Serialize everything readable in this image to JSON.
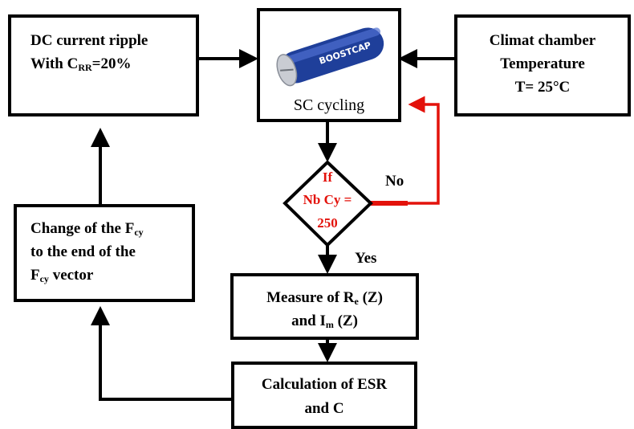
{
  "dc_ripple": {
    "line1": "DC current ripple",
    "line2_prefix": "With  C",
    "line2_sub": "RR",
    "line2_suffix": "=20%"
  },
  "sc_cycling": {
    "image_label": "BOOSTCAP",
    "label": "SC cycling"
  },
  "climat": {
    "line1": "Climat chamber",
    "line2": "Temperature",
    "line3": "T= 25°C"
  },
  "decision": {
    "line1": "If",
    "line2": "Nb Cy =",
    "line3": "250"
  },
  "no_label": "No",
  "yes_label": "Yes",
  "change": {
    "line1_prefix": "Change of the F",
    "line1_sub": "cy",
    "line2": "to the end of the",
    "line3_prefix": "F",
    "line3_sub": "cy",
    "line3_suffix": " vector"
  },
  "measure": {
    "line1_prefix": "Measure of R",
    "line1_sub": "e",
    "line1_suffix": " (Z)",
    "line2_prefix": "and I",
    "line2_sub": "m",
    "line2_suffix": " (Z)"
  },
  "calculation": {
    "line1": "Calculation of ESR",
    "line2": "and C"
  },
  "colors": {
    "stroke": "#000000",
    "feedback": "#e3120b",
    "capacitor": "#1f3f9a"
  }
}
